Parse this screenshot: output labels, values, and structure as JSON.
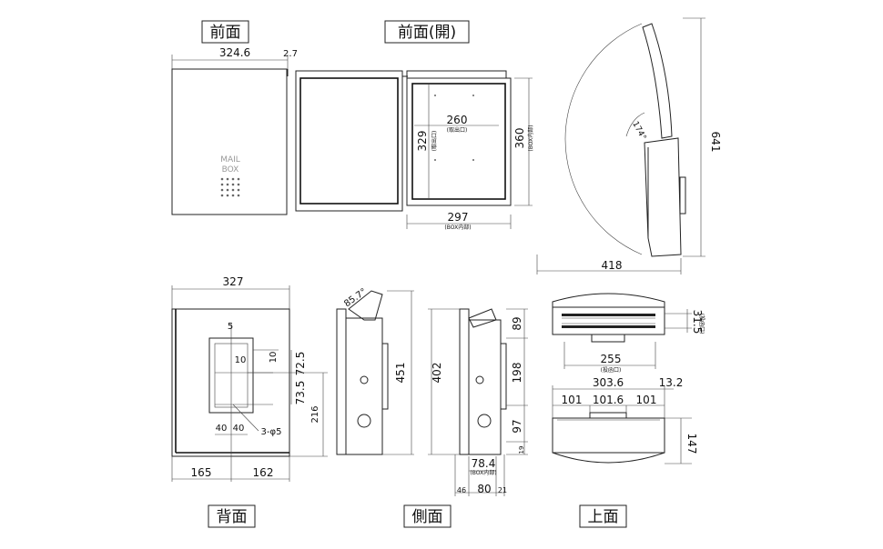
{
  "views": {
    "front": "前面",
    "front_open": "前面(開)",
    "back": "背面",
    "side": "側面",
    "top": "上面"
  },
  "front": {
    "width": "324.6",
    "offset": "2.7",
    "logo_line1": "MAIL",
    "logo_line2": "BOX"
  },
  "front_open": {
    "opening_width": "260",
    "opening_width_note": "(取出口)",
    "opening_height": "329",
    "opening_height_note": "(取出口)",
    "inner_width": "297",
    "inner_width_note": "(BOX内部)",
    "inner_height": "360",
    "inner_height_note": "(BOX内部)",
    "total_height": "641",
    "depth_total": "418",
    "angle": "174°"
  },
  "back": {
    "width": "327",
    "d5": "5",
    "d10a": "10",
    "d10b": "10",
    "d72": "72.5",
    "d73": "73.5",
    "d40a": "40",
    "d40b": "40",
    "holes": "3-φ5",
    "d216": "216",
    "left": "165",
    "right": "162"
  },
  "side": {
    "angle": "85.7°",
    "height_a": "451",
    "height_b": "402",
    "d89": "89",
    "d198": "198",
    "d97": "97",
    "d19": "19",
    "inner_depth": "78.4",
    "inner_depth_note": "(BOX内部)",
    "d46": "46",
    "d80": "80",
    "d21": "21"
  },
  "top": {
    "slot_height": "31.5",
    "slot_note": "(投函口)",
    "slot_width": "255",
    "slot_width_note": "(投函口)",
    "width": "303.6",
    "d13": "13.2",
    "w101a": "101",
    "w101b": "101.6",
    "w101c": "101",
    "depth": "147"
  }
}
